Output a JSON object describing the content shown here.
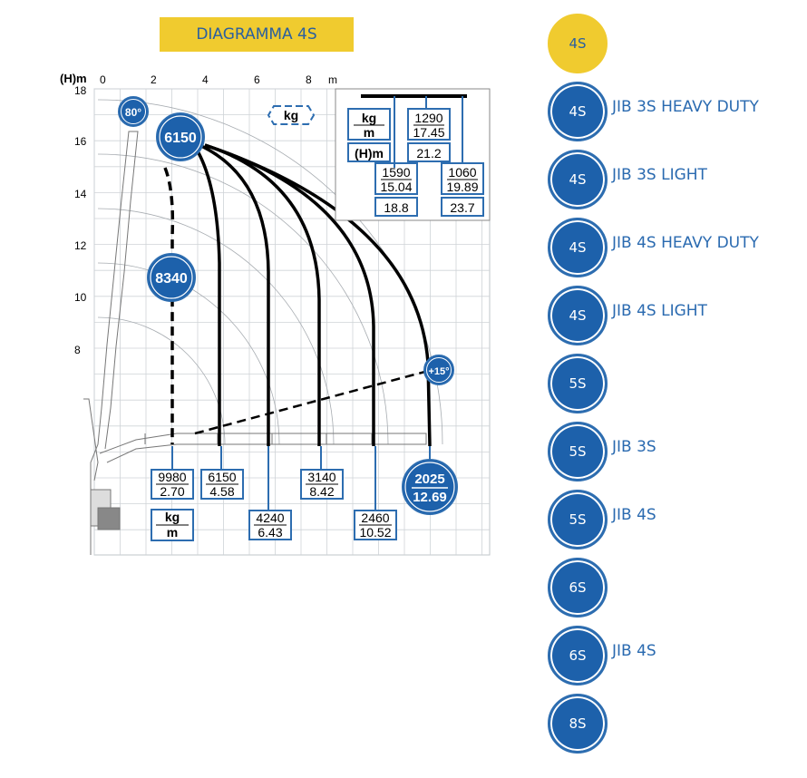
{
  "title": "DIAGRAMMA 4S",
  "diagram": {
    "y_unit": "(H)m",
    "x_unit": "m",
    "x_ticks": [
      "0",
      "2",
      "4",
      "6",
      "8"
    ],
    "y_ticks": [
      "18",
      "16",
      "14",
      "12",
      "10",
      "8"
    ],
    "angle_top": "80°",
    "angle_ext": "+15°",
    "max_load": "6150",
    "inner_load": "8340",
    "kg_badge": "kg",
    "legend": {
      "kg": "kg",
      "m": "m",
      "h": "(H)m",
      "items": [
        {
          "kg": "1290",
          "m": "17.45",
          "h": "21.2"
        },
        {
          "kg": "1590",
          "m": "15.04",
          "h": "18.8"
        },
        {
          "kg": "1060",
          "m": "19.89",
          "h": "23.7"
        }
      ]
    },
    "bottom_legend": {
      "kg": "kg",
      "m": "m"
    },
    "load_points": [
      {
        "kg": "9980",
        "m": "2.70"
      },
      {
        "kg": "6150",
        "m": "4.58"
      },
      {
        "kg": "4240",
        "m": "6.43"
      },
      {
        "kg": "3140",
        "m": "8.42"
      },
      {
        "kg": "2460",
        "m": "10.52"
      }
    ],
    "final_point": {
      "kg": "2025",
      "m": "12.69"
    }
  },
  "nav": [
    {
      "code": "4S",
      "label": "",
      "active": true
    },
    {
      "code": "4S",
      "label": "JIB 3S HEAVY DUTY",
      "active": false
    },
    {
      "code": "4S",
      "label": "JIB 3S LIGHT",
      "active": false
    },
    {
      "code": "4S",
      "label": "JIB 4S HEAVY DUTY",
      "active": false
    },
    {
      "code": "4S",
      "label": "JIB 4S LIGHT",
      "active": false
    },
    {
      "code": "5S",
      "label": "",
      "active": false
    },
    {
      "code": "5S",
      "label": "JIB 3S",
      "active": false
    },
    {
      "code": "5S",
      "label": "JIB 4S",
      "active": false
    },
    {
      "code": "6S",
      "label": "",
      "active": false
    },
    {
      "code": "6S",
      "label": "JIB 4S",
      "active": false
    },
    {
      "code": "8S",
      "label": "",
      "active": false
    }
  ]
}
